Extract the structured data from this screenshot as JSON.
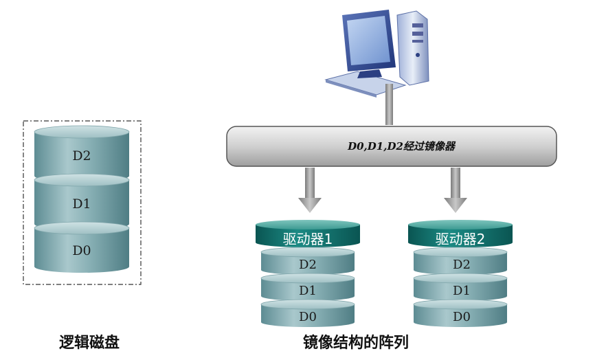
{
  "logical_disk": {
    "caption": "逻辑磁盘",
    "segments": [
      "D2",
      "D1",
      "D0"
    ]
  },
  "mirror_bar": {
    "label": "D0,D1,D2经过镜像器"
  },
  "drives": [
    {
      "header": "驱动器1",
      "segments": [
        "D2",
        "D1",
        "D0"
      ]
    },
    {
      "header": "驱动器2",
      "segments": [
        "D2",
        "D1",
        "D0"
      ]
    }
  ],
  "array_caption": "镜像结构的阵列",
  "icons": {
    "computer": "desktop-computer-icon"
  },
  "colors": {
    "disk_teal": "#6e9ea5",
    "drive_header": "#0f6e6a",
    "bar_gray": "#c9c9c9",
    "arrow_gray": "#9a9a9a"
  }
}
